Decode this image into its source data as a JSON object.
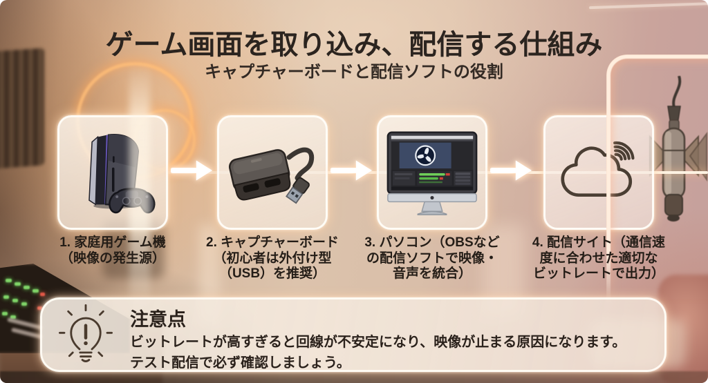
{
  "header": {
    "title": "ゲーム画面を取り込み、配信する仕組み",
    "subtitle": "キャプチャーボードと配信ソフトの役割"
  },
  "steps": [
    {
      "icon": "game-console-icon",
      "lines": [
        "1. 家庭用ゲーム機",
        "（映像の発生源）"
      ]
    },
    {
      "icon": "capture-board-icon",
      "lines": [
        "2. キャプチャーボード",
        "（初心者は外付け型",
        "（USB）を推奨）"
      ]
    },
    {
      "icon": "pc-obs-icon",
      "lines": [
        "3. パソコン（OBSなど",
        "の配信ソフトで映像・",
        "音声を統合）"
      ]
    },
    {
      "icon": "cloud-stream-icon",
      "lines": [
        "4. 配信サイト（通信速",
        "度に合わせた適切な",
        "ビットレートで出力）"
      ]
    }
  ],
  "note": {
    "icon": "lightbulb-alert-icon",
    "heading": "注意点",
    "lines": [
      "ビットレートが高すぎると回線が不安定になり、映像が止まる原因になります。",
      "テスト配信で必ず確認しましょう。"
    ]
  },
  "colors": {
    "neon_glow": "#ffb475",
    "neon_tube": "#fff1e2",
    "text_dark": "#2c241e",
    "obs_green": "#6fcf5a",
    "wall_beige": "#d9bfa8",
    "wall_mauve": "#c6a09c"
  }
}
